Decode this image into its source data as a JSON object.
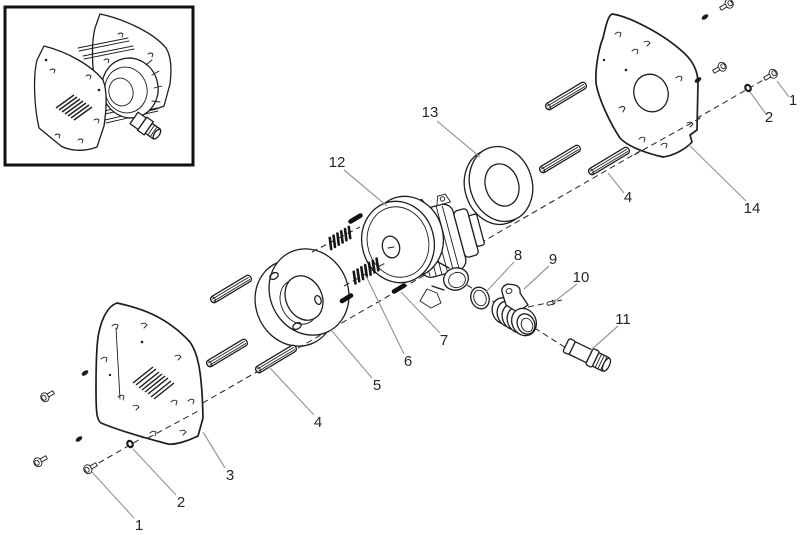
{
  "figure": {
    "kind": "exploded-parts-diagram",
    "background": "#ffffff",
    "colors": {
      "line": "#1d1d1d",
      "leader": "#999999",
      "label": "#23262e",
      "centerline": "#2a2a2a"
    }
  },
  "inset": {
    "name": "assembled-view-thumbnail"
  },
  "callouts": [
    {
      "id": "screw-lower-left",
      "label": "1"
    },
    {
      "id": "washer-lower-left",
      "label": "2"
    },
    {
      "id": "front-plate",
      "label": "3"
    },
    {
      "id": "standoff-rod-lower",
      "label": "4"
    },
    {
      "id": "spacer-ring",
      "label": "5"
    },
    {
      "id": "spring",
      "label": "6"
    },
    {
      "id": "setscrew",
      "label": "7"
    },
    {
      "id": "o-ring",
      "label": "8"
    },
    {
      "id": "cam-coupler",
      "label": "9"
    },
    {
      "id": "small-pin",
      "label": "10"
    },
    {
      "id": "hose-fitting",
      "label": "11"
    },
    {
      "id": "turbine",
      "label": "12"
    },
    {
      "id": "gasket",
      "label": "13"
    },
    {
      "id": "screw-upper-right",
      "label": "1"
    },
    {
      "id": "washer-upper-right",
      "label": "2"
    },
    {
      "id": "standoff-rod-upper",
      "label": "4"
    },
    {
      "id": "rear-plate",
      "label": "14"
    }
  ]
}
